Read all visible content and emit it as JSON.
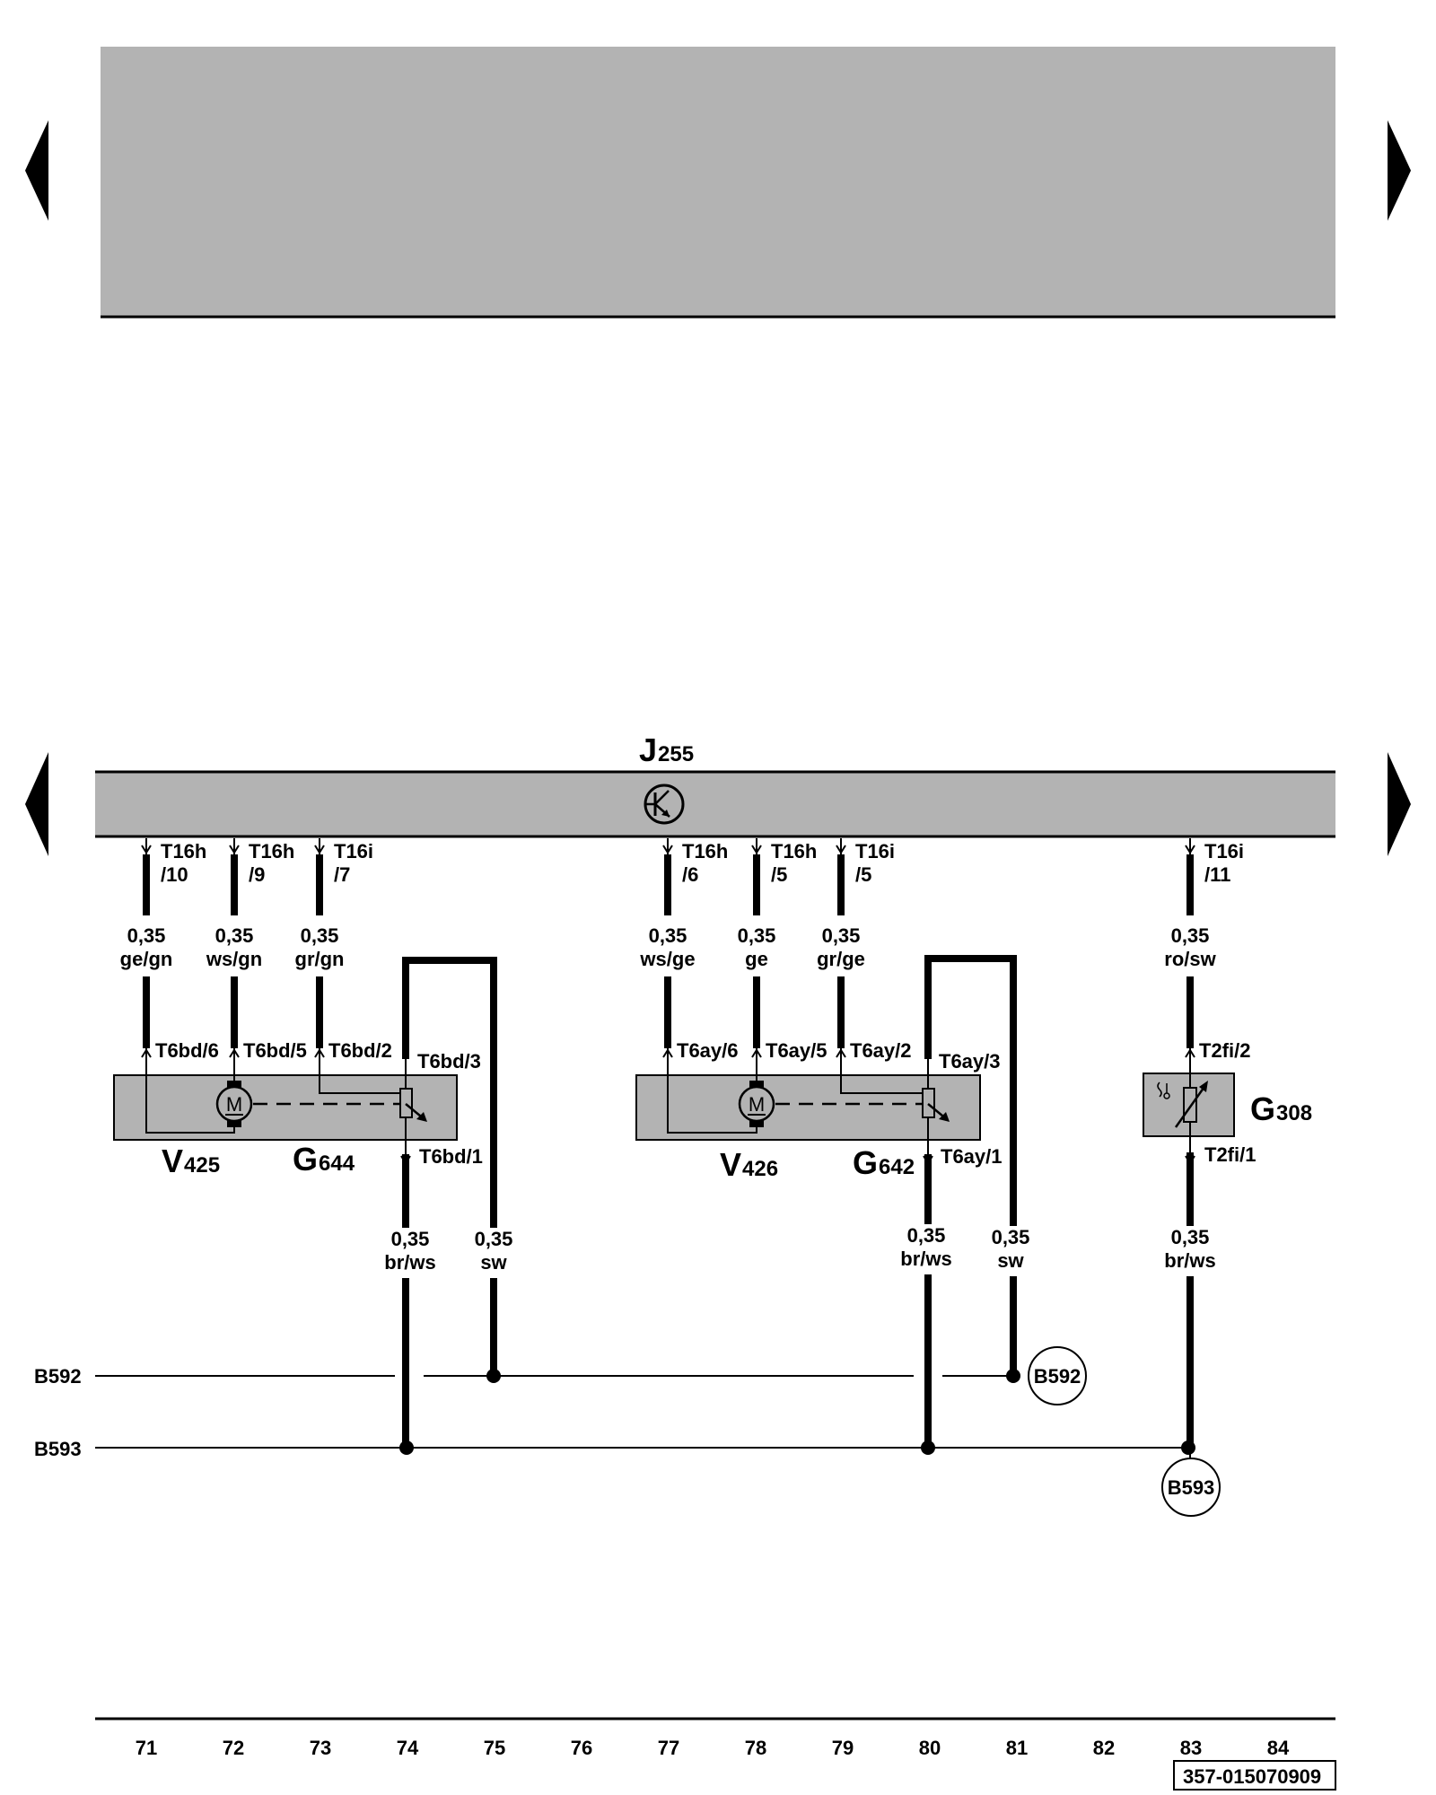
{
  "control_unit": {
    "letter": "J",
    "number": "255"
  },
  "wires": [
    {
      "pin": "T16h",
      "pinno": "/10",
      "size": "0,35",
      "color": "ge/gn",
      "bottom": "T6bd/6"
    },
    {
      "pin": "T16h",
      "pinno": "/9",
      "size": "0,35",
      "color": "ws/gn",
      "bottom": "T6bd/5"
    },
    {
      "pin": "T16i",
      "pinno": "/7",
      "size": "0,35",
      "color": "gr/gn",
      "bottom": "T6bd/2"
    },
    {
      "pin": "T16h",
      "pinno": "/6",
      "size": "0,35",
      "color": "ws/ge",
      "bottom": "T6ay/6"
    },
    {
      "pin": "T16h",
      "pinno": "/5",
      "size": "0,35",
      "color": "ge",
      "bottom": "T6ay/5"
    },
    {
      "pin": "T16i",
      "pinno": "/5",
      "size": "0,35",
      "color": "gr/ge",
      "bottom": "T6ay/2"
    },
    {
      "pin": "T16i",
      "pinno": "/11",
      "size": "0,35",
      "color": "ro/sw",
      "bottom": "T2fi/2"
    }
  ],
  "components": {
    "v425": {
      "letter": "V",
      "number": "425"
    },
    "g644": {
      "letter": "G",
      "number": "644"
    },
    "v426": {
      "letter": "V",
      "number": "426"
    },
    "g642": {
      "letter": "G",
      "number": "642"
    },
    "g308": {
      "letter": "G",
      "number": "308"
    }
  },
  "pins": {
    "t6bd3": "T6bd/3",
    "t6bd1": "T6bd/1",
    "t6ay3": "T6ay/3",
    "t6ay1": "T6ay/1",
    "t2fi1": "T2fi/1"
  },
  "motor_symbol": "M",
  "ground_wires": [
    {
      "size": "0,35",
      "color": "br/ws"
    },
    {
      "size": "0,35",
      "color": "sw"
    },
    {
      "size": "0,35",
      "color": "br/ws"
    },
    {
      "size": "0,35",
      "color": "sw"
    },
    {
      "size": "0,35",
      "color": "br/ws"
    }
  ],
  "buses": {
    "b592": "B592",
    "b593": "B593"
  },
  "bus_circles": {
    "b592": "B592",
    "b593": "B593"
  },
  "tracks": [
    "71",
    "72",
    "73",
    "74",
    "75",
    "76",
    "77",
    "78",
    "79",
    "80",
    "81",
    "82",
    "83",
    "84"
  ],
  "figure_id": "357-015070909"
}
